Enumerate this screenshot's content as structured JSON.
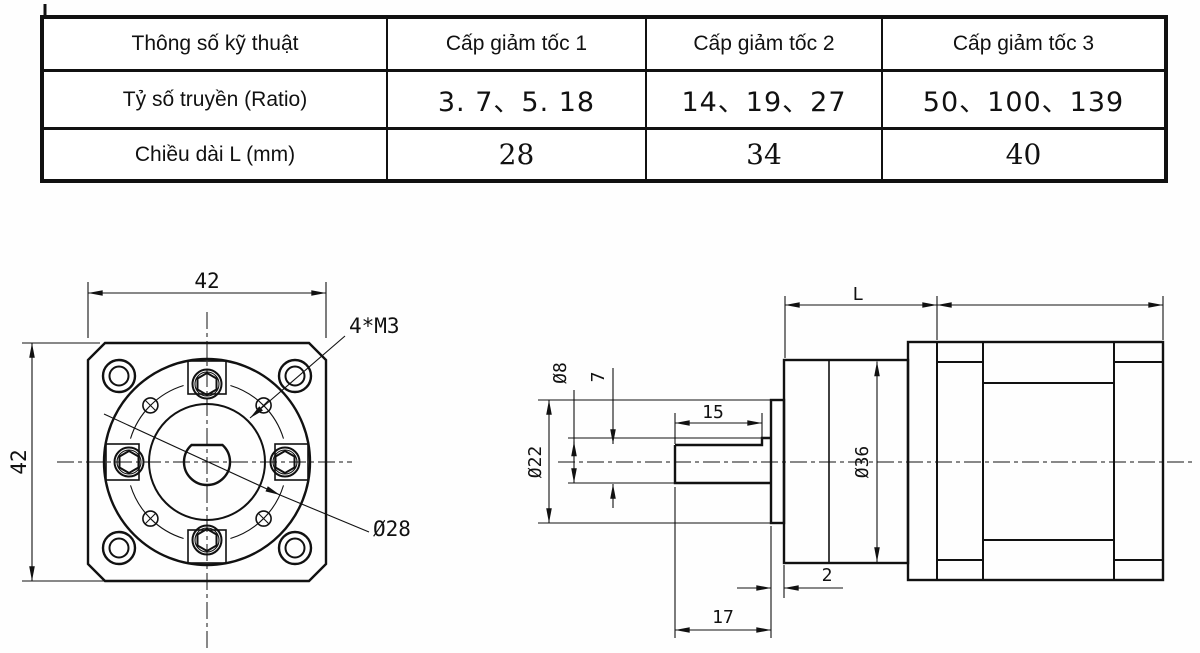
{
  "table": {
    "header": [
      "Thông số kỹ thuật",
      "Cấp giảm tốc 1",
      "Cấp giảm tốc 2",
      "Cấp giảm tốc 3"
    ],
    "rows": [
      {
        "label": "Tỷ số truyền (Ratio)",
        "values": [
          "3. 7、5. 18",
          "14、19、27",
          "50、100、139"
        ]
      },
      {
        "label": "Chiều dài L (mm)",
        "values": [
          "28",
          "34",
          "40"
        ]
      }
    ]
  },
  "front_view": {
    "width_dim": "42",
    "height_dim": "42",
    "thread_note": "4*M3",
    "bolt_circle_dim": "Ø28"
  },
  "side_view": {
    "gearbox_length_dim": "L",
    "shaft_flat_length_dim": "15",
    "shaft_diameter_dim": "Ø8",
    "shaft_flat_dim": "7",
    "pilot_diameter_dim": "Ø22",
    "body_diameter_dim": "Ø36",
    "flange_thickness_dim": "2",
    "shaft_length_dim": "17"
  },
  "colors": {
    "line": "#111111",
    "background": "#ffffff"
  }
}
